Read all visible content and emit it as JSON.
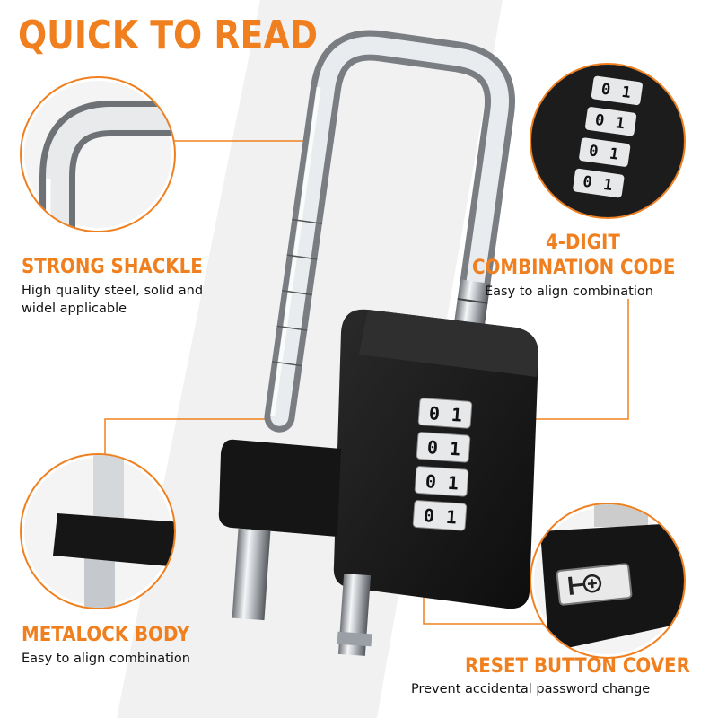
{
  "title": "QUICK TO READ",
  "features": {
    "shackle": {
      "title": "STRONG SHACKLE",
      "desc_line1": "High quality steel, solid and",
      "desc_line2": "widel applicable"
    },
    "combination": {
      "title_line1": "4-DIGIT",
      "title_line2": "COMBINATION CODE",
      "desc": "Easy to align combination"
    },
    "body": {
      "title": "METALOCK BODY",
      "desc": "Easy to align combination"
    },
    "reset": {
      "title": "RESET BUTTON COVER",
      "desc": "Prevent accidental password change"
    }
  },
  "dials": {
    "main": [
      [
        "0",
        "1"
      ],
      [
        "0",
        "1"
      ],
      [
        "0",
        "1"
      ],
      [
        "0",
        "1"
      ]
    ],
    "zoom": [
      [
        "0",
        "1"
      ],
      [
        "0",
        "1"
      ],
      [
        "0",
        "1"
      ],
      [
        "0",
        "1"
      ]
    ]
  },
  "colors": {
    "accent": "#f0801f",
    "lock_body": "#1a1a1a",
    "steel": "#c9ccd0"
  },
  "icons": {
    "reset": "key-plus-icon"
  }
}
